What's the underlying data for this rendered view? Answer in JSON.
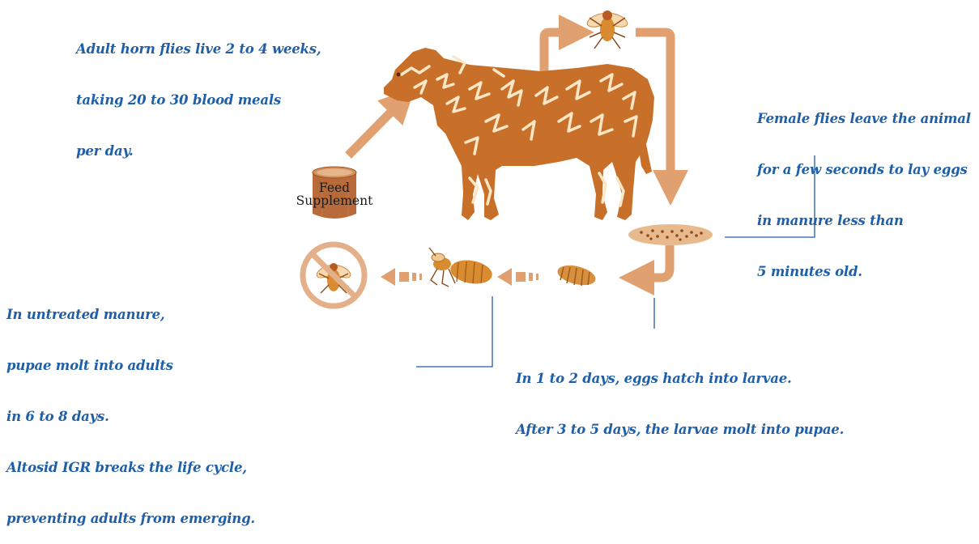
{
  "captions": {
    "adult_flies": [
      "Adult horn flies live 2 to 4 weeks,",
      "taking 20 to 30 blood meals",
      "per day."
    ],
    "female_flies": [
      "Female flies leave the animal",
      "for a few seconds to lay eggs",
      "in manure less than",
      "5 minutes old."
    ],
    "pupae": [
      "In untreated manure,",
      "pupae molt into adults",
      "in 6 to 8 days.",
      "Altosid IGR breaks the life cycle,",
      "preventing adults from emerging."
    ],
    "larvae": [
      "In 1 to 2 days, eggs hatch into larvae.",
      "After 3 to 5 days, the larvae molt into pupae."
    ]
  },
  "feed_can": {
    "line1": "Feed",
    "line2": "Supplement"
  },
  "colors": {
    "text": "#1f5fa8",
    "arrow": "#e0a070",
    "cow_body": "#c8702a",
    "cow_pattern": "#fbe6c6",
    "can": "#b86a3a",
    "manure": "#e8b98d",
    "prohibition": "#e4b08a"
  },
  "icons": [
    "cow",
    "fly",
    "feed-can",
    "manure-pat",
    "larva",
    "pupa",
    "no-fly-sign"
  ]
}
